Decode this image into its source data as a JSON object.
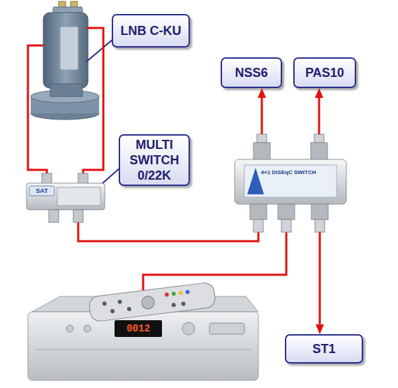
{
  "diagram": {
    "nodes": [
      {
        "text": [
          "LNB C-KU"
        ]
      },
      {
        "text": [
          "NSS6"
        ]
      },
      {
        "text": [
          "PAS10"
        ]
      },
      {
        "text": [
          "MULTI SWITCH 0/22K"
        ]
      },
      {
        "text": [
          "4×1 DiSEqC SWITCH"
        ]
      },
      {
        "text": [
          "ST1"
        ]
      }
    ],
    "edges": [
      {
        "from": 4,
        "to": 1,
        "arrow": "to"
      },
      {
        "from": 4,
        "to": 2,
        "arrow": "to"
      },
      {
        "from": 4,
        "to": 5,
        "arrow": "to"
      }
    ],
    "labels": [
      "SAT",
      "0012"
    ]
  }
}
